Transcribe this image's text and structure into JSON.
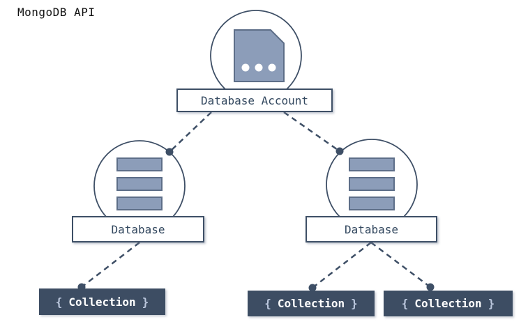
{
  "title": "MongoDB API",
  "diagram": {
    "account": {
      "label": "Database Account",
      "icon": "document-icon"
    },
    "databases": [
      {
        "label": "Database",
        "icon": "stacked-bars-icon"
      },
      {
        "label": "Database",
        "icon": "stacked-bars-icon"
      }
    ],
    "collections": [
      {
        "open": "{",
        "label": "Collection",
        "close": "}"
      },
      {
        "open": "{",
        "label": "Collection",
        "close": "}"
      },
      {
        "open": "{",
        "label": "Collection",
        "close": "}"
      }
    ],
    "edges": [
      {
        "from": "database-account",
        "to": "database-left",
        "style": "dashed-with-endpoint-dot"
      },
      {
        "from": "database-account",
        "to": "database-right",
        "style": "dashed-with-endpoint-dot"
      },
      {
        "from": "database-left",
        "to": "collection-left",
        "style": "dashed-with-endpoint-dot"
      },
      {
        "from": "database-right",
        "to": "collection-middle",
        "style": "dashed-with-endpoint-dot"
      },
      {
        "from": "database-right",
        "to": "collection-right",
        "style": "dashed-with-endpoint-dot"
      }
    ]
  },
  "colors": {
    "slate": "#3E4F66",
    "iconFill": "#8C9DB9",
    "iconStroke": "#5D6E88",
    "boxText": "#33485F",
    "collBg": "#3D4D63",
    "brace": "#BCC8DE",
    "titleColor": "#111111"
  }
}
